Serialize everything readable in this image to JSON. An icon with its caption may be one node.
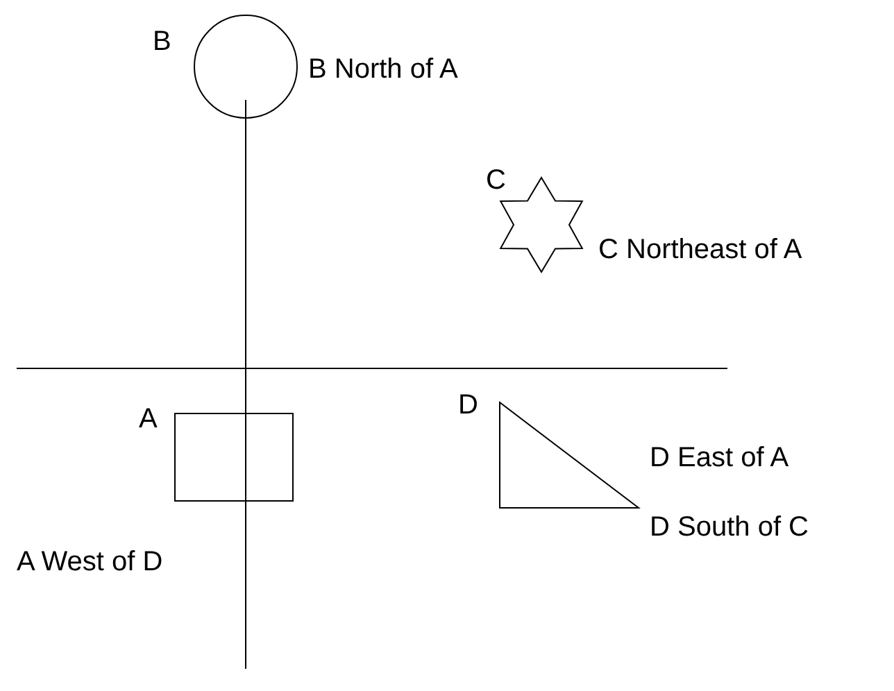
{
  "diagram": {
    "nodes": [
      {
        "text": [
          "B"
        ],
        "beside": [
          "B North of A"
        ]
      },
      {
        "text": [
          "C"
        ],
        "beside": [
          "C Northeast of A"
        ]
      },
      {
        "text": [
          "A"
        ],
        "beside": [
          "A West of D"
        ]
      },
      {
        "text": [
          "D"
        ],
        "beside": [
          "D East of A",
          "D South of C"
        ]
      }
    ]
  }
}
